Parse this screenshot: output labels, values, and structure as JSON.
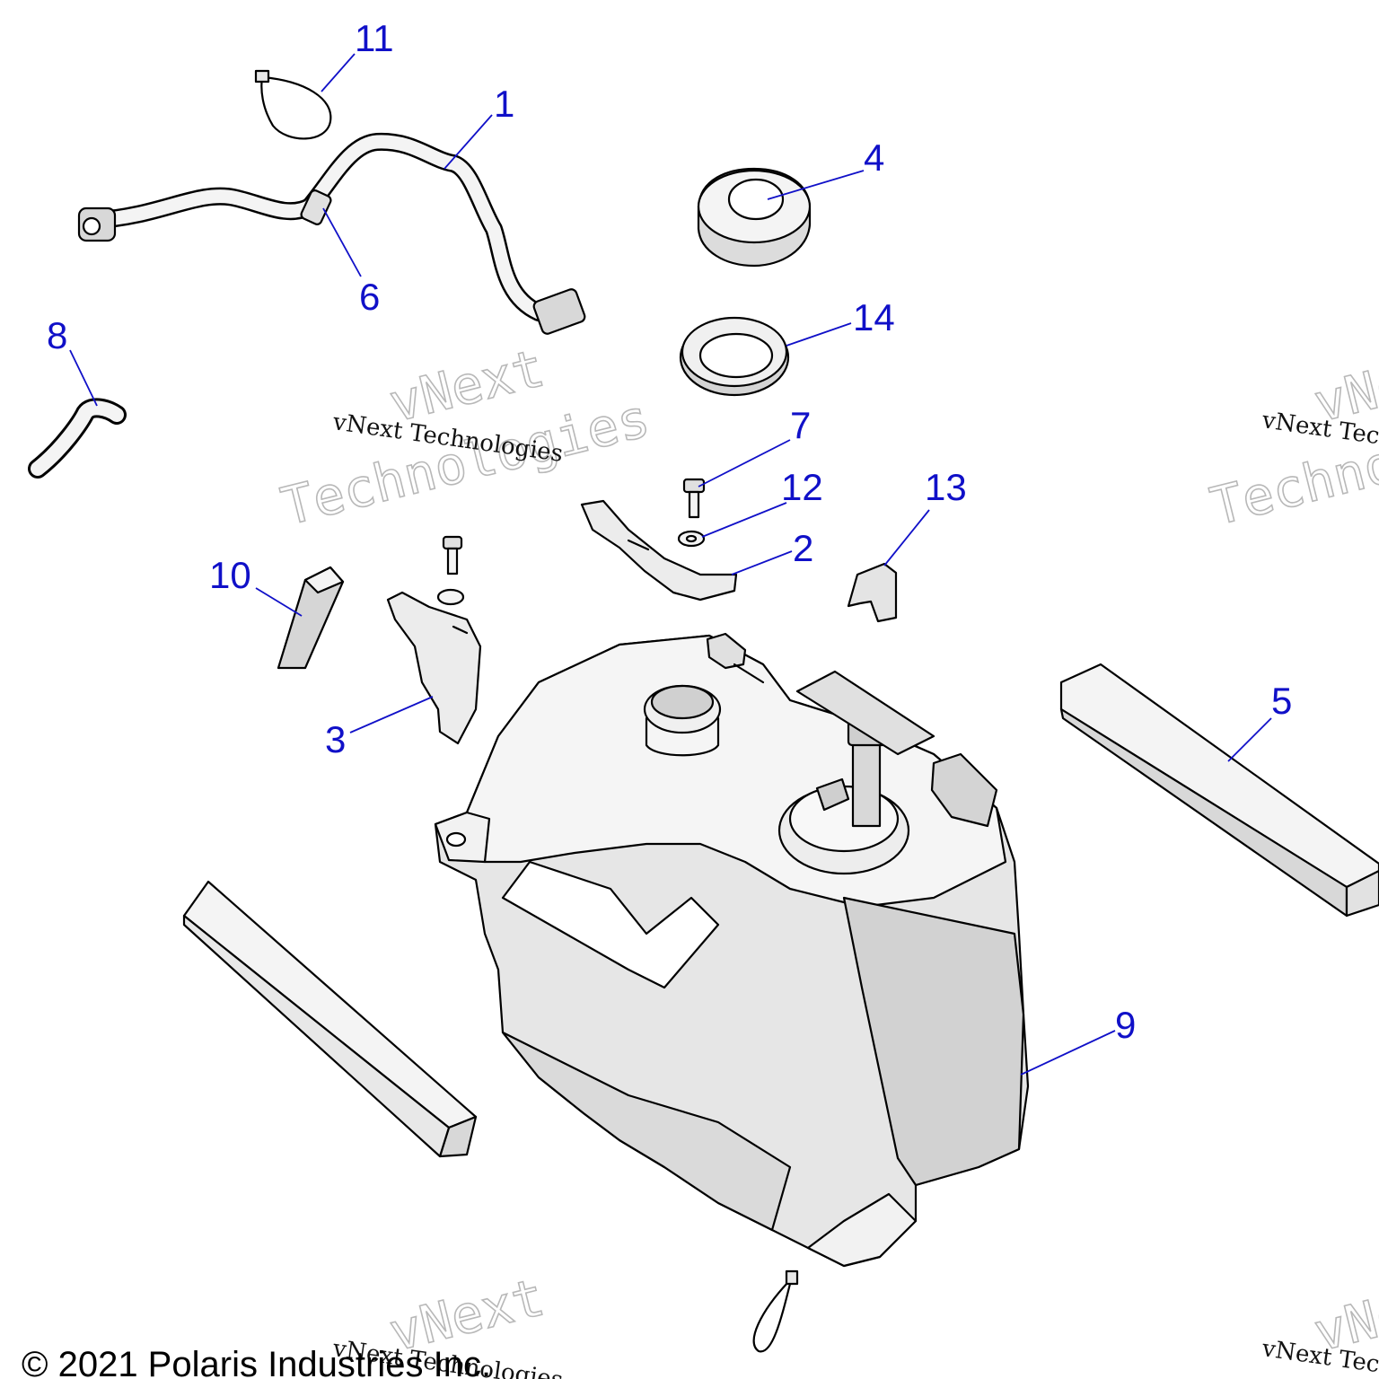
{
  "callouts": [
    {
      "id": "1",
      "label": "1"
    },
    {
      "id": "2",
      "label": "2"
    },
    {
      "id": "3",
      "label": "3"
    },
    {
      "id": "4",
      "label": "4"
    },
    {
      "id": "5",
      "label": "5"
    },
    {
      "id": "6",
      "label": "6"
    },
    {
      "id": "7",
      "label": "7"
    },
    {
      "id": "8",
      "label": "8"
    },
    {
      "id": "9",
      "label": "9"
    },
    {
      "id": "10",
      "label": "10"
    },
    {
      "id": "11",
      "label": "11"
    },
    {
      "id": "12",
      "label": "12"
    },
    {
      "id": "13",
      "label": "13"
    },
    {
      "id": "14",
      "label": "14"
    }
  ],
  "watermark": {
    "line": "vNext Technologies",
    "word1": "vNext",
    "word2": "Technologies"
  },
  "copyright": "© 2021 Polaris Industries Inc.",
  "colors": {
    "callout": "#1010c8",
    "part_fill": "#f2f2f2",
    "part_shade": "#cfcfcf"
  }
}
